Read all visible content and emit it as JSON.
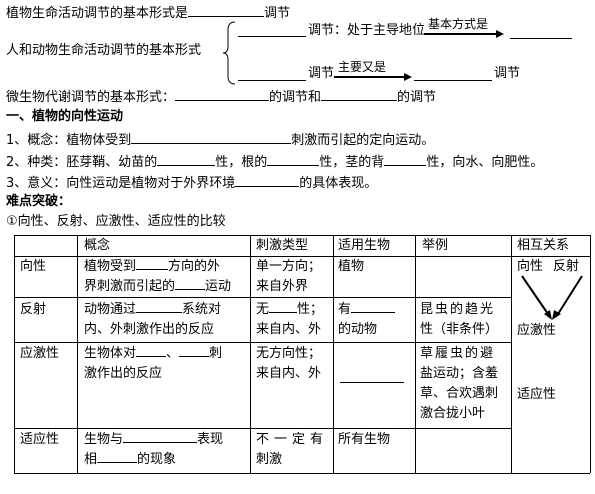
{
  "top": {
    "line1": {
      "text": "植物生命活动调节的基本形式是",
      "suffix": "调节"
    },
    "line2_label": "人和动物生命活动调节的基本形式",
    "branch_upper": {
      "suffix": "调节：处于主导地位",
      "arrow_label": "基本方式是"
    },
    "branch_lower": {
      "suffix": "调节",
      "arrow_label": "主要又是",
      "tail": "调节"
    },
    "line3": {
      "text": "微生物代谢调节的基本形式：",
      "mid": "的调节和",
      "end": "的调节"
    }
  },
  "section1": {
    "title": "一、植物的向性运动",
    "item1": {
      "prefix": "1、概念：植物体受到",
      "suffix": "刺激而引起的定向运动。"
    },
    "item2": {
      "prefix": "2、种类：胚芽鞘、幼苗的",
      "a": "性，根的",
      "b": "性，茎的背",
      "c": "性，向水、向肥性。"
    },
    "item3": {
      "prefix": "3、意义：向性运动是植物对于外界环境",
      "suffix": "的具体表现。"
    }
  },
  "difficulty": {
    "title": "难点突破：",
    "subtitle": "①向性、反射、应激性、适应性的比较"
  },
  "table": {
    "headers": [
      "",
      "概念",
      "刺激类型",
      "适用生物",
      "举例",
      "相互关系"
    ],
    "rows": [
      {
        "name": "向性",
        "concept_l1_a": "植物受到",
        "concept_l1_b": "方向的外",
        "concept_l2_a": "界刺激而引起的",
        "concept_l2_b": "运动",
        "stimulus_l1": "单一方向；",
        "stimulus_l2": "来自外界",
        "organism": "植物",
        "example": ""
      },
      {
        "name": "反射",
        "concept_l1_a": "动物通过",
        "concept_l1_b": "系统对",
        "concept_l2": "内、外刺激作出的反应",
        "stimulus_l1": "无",
        "stimulus_l1_b": "性；",
        "stimulus_l2": "来自内、外",
        "organism_a": "有",
        "organism_l2": "的动物",
        "example_l1": "昆虫的趋光",
        "example_l2": "性（非条件）"
      },
      {
        "name": "应激性",
        "concept_l1_a": "生物体对",
        "concept_l1_b": "、",
        "concept_l1_c": "刺",
        "concept_l2": "激作出的反应",
        "stimulus_l1": "无方向性；",
        "stimulus_l2": "来自内、外",
        "example_l1": "草履虫的避",
        "example_l2": "盐运动；含羞",
        "example_l3": "草、合欢遇刺",
        "example_l4": "激合拢小叶"
      },
      {
        "name": "适应性",
        "concept_l1_a": "生物与",
        "concept_l1_b": "表现",
        "concept_l2_a": "相",
        "concept_l2_b": "的现象",
        "stimulus_l1": "不一定有",
        "stimulus_l2": "刺激",
        "organism": "所有生物"
      }
    ],
    "relation": {
      "top_left": "向性",
      "top_right": "反射",
      "middle": "应激性",
      "bottom": "适应性"
    }
  }
}
